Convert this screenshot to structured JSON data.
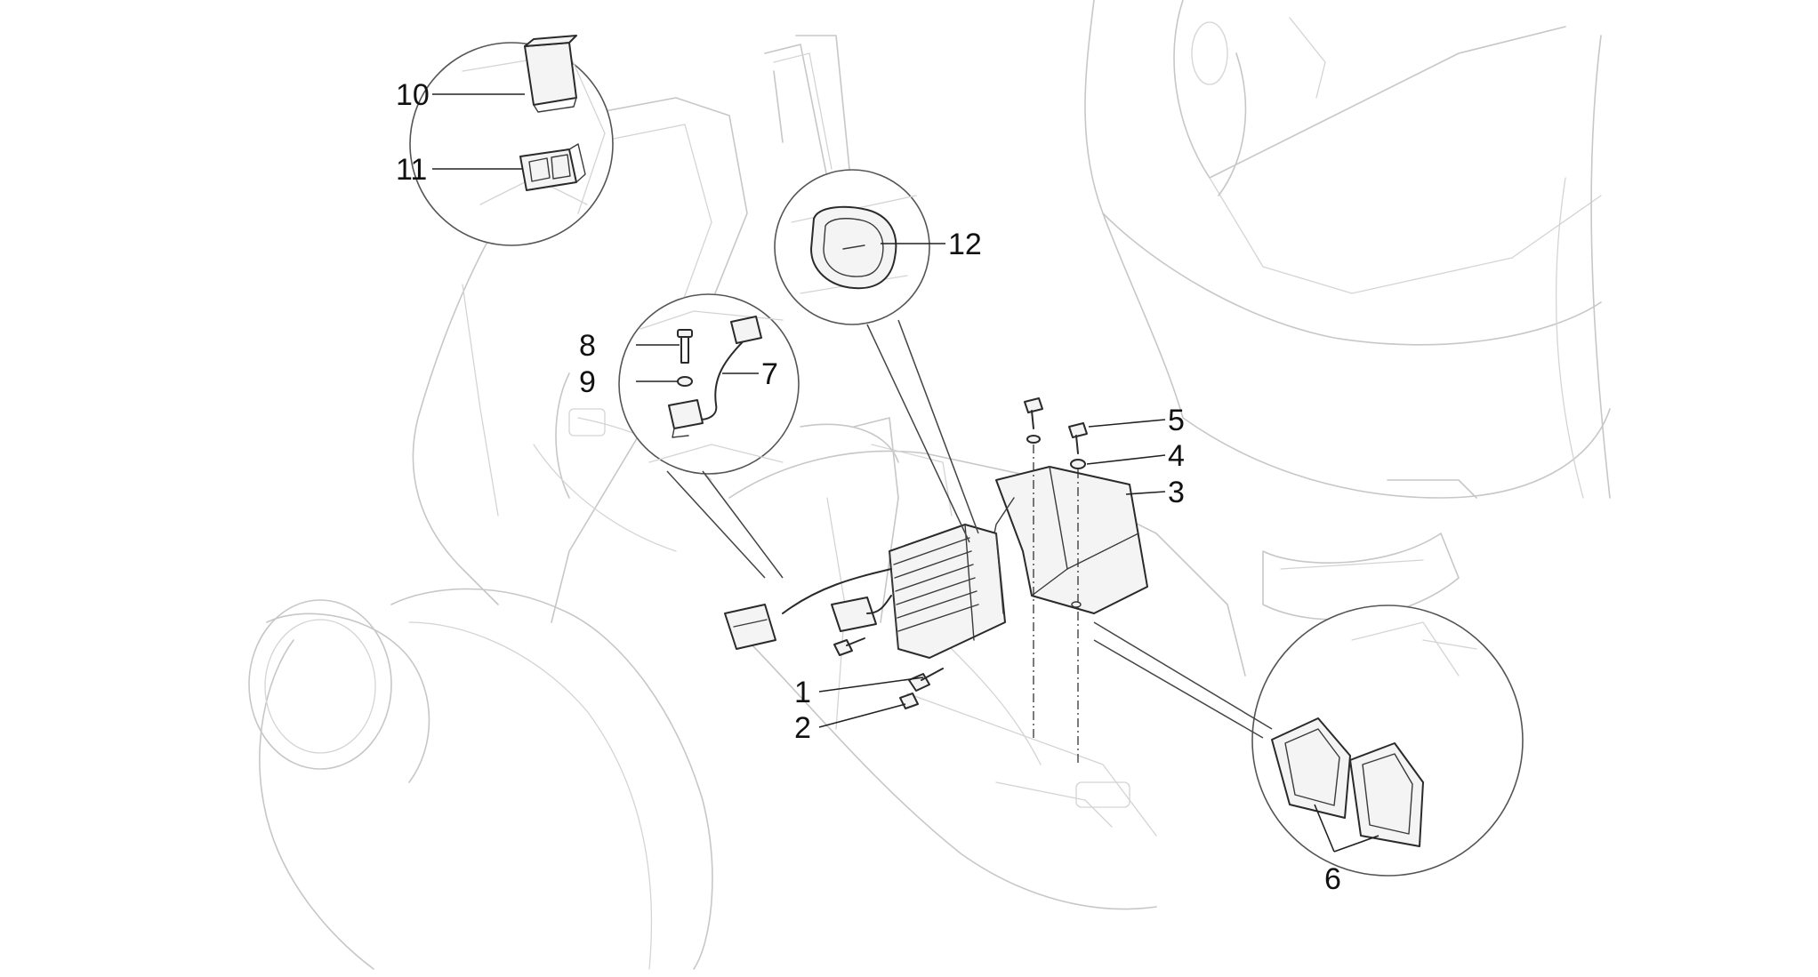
{
  "diagram": {
    "type": "exploded-parts-diagram",
    "callouts": [
      {
        "id": "1",
        "label": "1"
      },
      {
        "id": "2",
        "label": "2"
      },
      {
        "id": "3",
        "label": "3"
      },
      {
        "id": "4",
        "label": "4"
      },
      {
        "id": "5",
        "label": "5"
      },
      {
        "id": "6",
        "label": "6"
      },
      {
        "id": "7",
        "label": "7"
      },
      {
        "id": "8",
        "label": "8"
      },
      {
        "id": "9",
        "label": "9"
      },
      {
        "id": "10",
        "label": "10"
      },
      {
        "id": "11",
        "label": "11"
      },
      {
        "id": "12",
        "label": "12"
      }
    ]
  }
}
